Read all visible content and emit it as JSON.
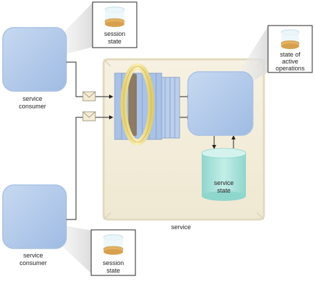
{
  "labels": {
    "consumer_top": [
      "service",
      "consumer"
    ],
    "consumer_bottom": [
      "service",
      "consumer"
    ],
    "session_top": [
      "session",
      "state"
    ],
    "session_bottom": [
      "session",
      "state"
    ],
    "active_ops": [
      "state of",
      "active",
      "operations"
    ],
    "service_state": [
      "service",
      "state"
    ],
    "service": "service"
  },
  "colors": {
    "consumer_fill": "#b4cbe8",
    "service_fill": "#f3eedd",
    "queue_fill": "#7b9bc9",
    "ring_fill": "#f6e79b",
    "db_fill": "#a9e3dc",
    "disc_fill": "#e3b262",
    "line": "#222222"
  },
  "icons": [
    "envelope-icon",
    "database-cylinder-icon",
    "session-disc-icon"
  ]
}
